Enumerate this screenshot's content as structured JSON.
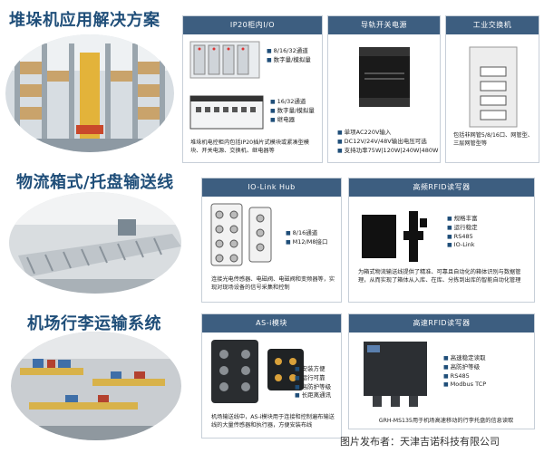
{
  "sections": [
    {
      "title": "堆垛机应用解决方案"
    },
    {
      "title": "物流箱式/托盘输送线"
    },
    {
      "title": "机场行李运输系统"
    }
  ],
  "cards": {
    "ip20": {
      "header": "IP20柜内I/O",
      "bullets_a": [
        "8/16/32通道",
        "数字量/模拟量"
      ],
      "bullets_b": [
        "16/32通道",
        "数字量/模拟量",
        "继电器"
      ],
      "description": "堆垛机电控柜内包括IP20插片式模块或紧凑型模块、开关电源、交换机、继电器等"
    },
    "psu": {
      "header": "导轨开关电源",
      "bullets": [
        "单项AC220V输入",
        "DC12V/24V/48V输出电压可选",
        "支持功率75W|120W|240W|480W"
      ]
    },
    "switch": {
      "header": "工业交换机",
      "description": "包括非网管5/8/16口、网管型、三层网管型等"
    },
    "iolink": {
      "header": "IO-Link Hub",
      "bullets": [
        "8/16通道",
        "M12/M8接口"
      ],
      "description": "连接光电传感器、电磁阀、电磁阀和变频器等，实现对现场设备的信号采集和控制"
    },
    "rfid1": {
      "header": "高频RFID读写器",
      "bullets": [
        "规格丰富",
        "运行稳定",
        "RS485",
        "IO-Link"
      ],
      "description": "为箱式物流输送线提供了精准、可靠且自动化的箱体识别与数据管理，从而实现了箱体从入库、在库、分拣到出库的智能自动化管理"
    },
    "asi": {
      "header": "AS-i模块",
      "bullets": [
        "安装方便",
        "运行可靠",
        "高防护等级",
        "长距离通讯"
      ],
      "description": "机场输送线中，AS-i模块用于连接和控制遍布输送线的大量传感器和执行器，方便安装布线"
    },
    "rfid2": {
      "header": "高速RFID读写器",
      "bullets": [
        "高速稳定读取",
        "高防护等级",
        "RS485",
        "Modbus TCP"
      ],
      "description": "GRH-MS135用于机场高速移动的行李托盘的信息读取"
    }
  },
  "credit": "图片发布者：天津吉诺科技有限公司",
  "colors": {
    "heading": "#1f4e79",
    "card_header": "#3d5e80",
    "card_border": "#c7cfd8"
  }
}
